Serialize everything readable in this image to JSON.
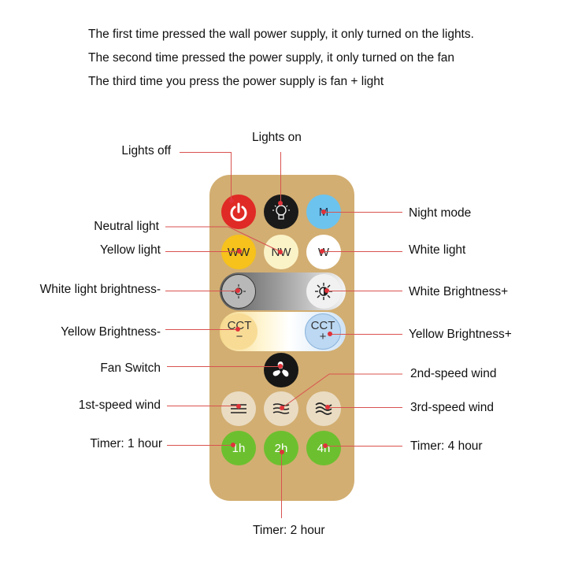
{
  "intro": [
    "The first time  pressed the wall power supply, it only turned on the lights.",
    "The second time pressed the power supply, it only turned on the fan",
    "The third time you press the power supply is fan + light"
  ],
  "labels": {
    "lights_off": "Lights off",
    "lights_on": "Lights on",
    "neutral_light": "Neutral light",
    "yellow_light": "Yellow light",
    "night_mode": "Night mode",
    "white_light": "White light",
    "white_brightness_minus": "White light brightness-",
    "white_brightness_plus": "White Brightness+",
    "yellow_brightness_minus": "Yellow Brightness-",
    "yellow_brightness_plus": "Yellow Brightness+",
    "fan_switch": "Fan Switch",
    "speed2": "2nd-speed wind",
    "speed1": "1st-speed wind",
    "speed3": "3rd-speed wind",
    "timer1": "Timer: 1 hour",
    "timer4": "Timer: 4 hour",
    "timer2": "Timer: 2 hour"
  },
  "buttons": {
    "night": "M",
    "ww": "WW",
    "nw": "NW",
    "w": "W",
    "cct_minus_top": "CCT",
    "cct_minus_bottom": "−",
    "cct_plus_top": "CCT",
    "cct_plus_bottom": "+",
    "t1": "1h",
    "t2": "2h",
    "t4": "4h"
  },
  "colors": {
    "remote_body": "#d2ae72",
    "power": "#e02a25",
    "night": "#6cc3ee",
    "yellow": "#f6c21b",
    "neutral": "#fbf3c8",
    "timer_green": "#6cc02f",
    "speed_bg": "#eadcc3",
    "leader_line": "#d9534f"
  }
}
